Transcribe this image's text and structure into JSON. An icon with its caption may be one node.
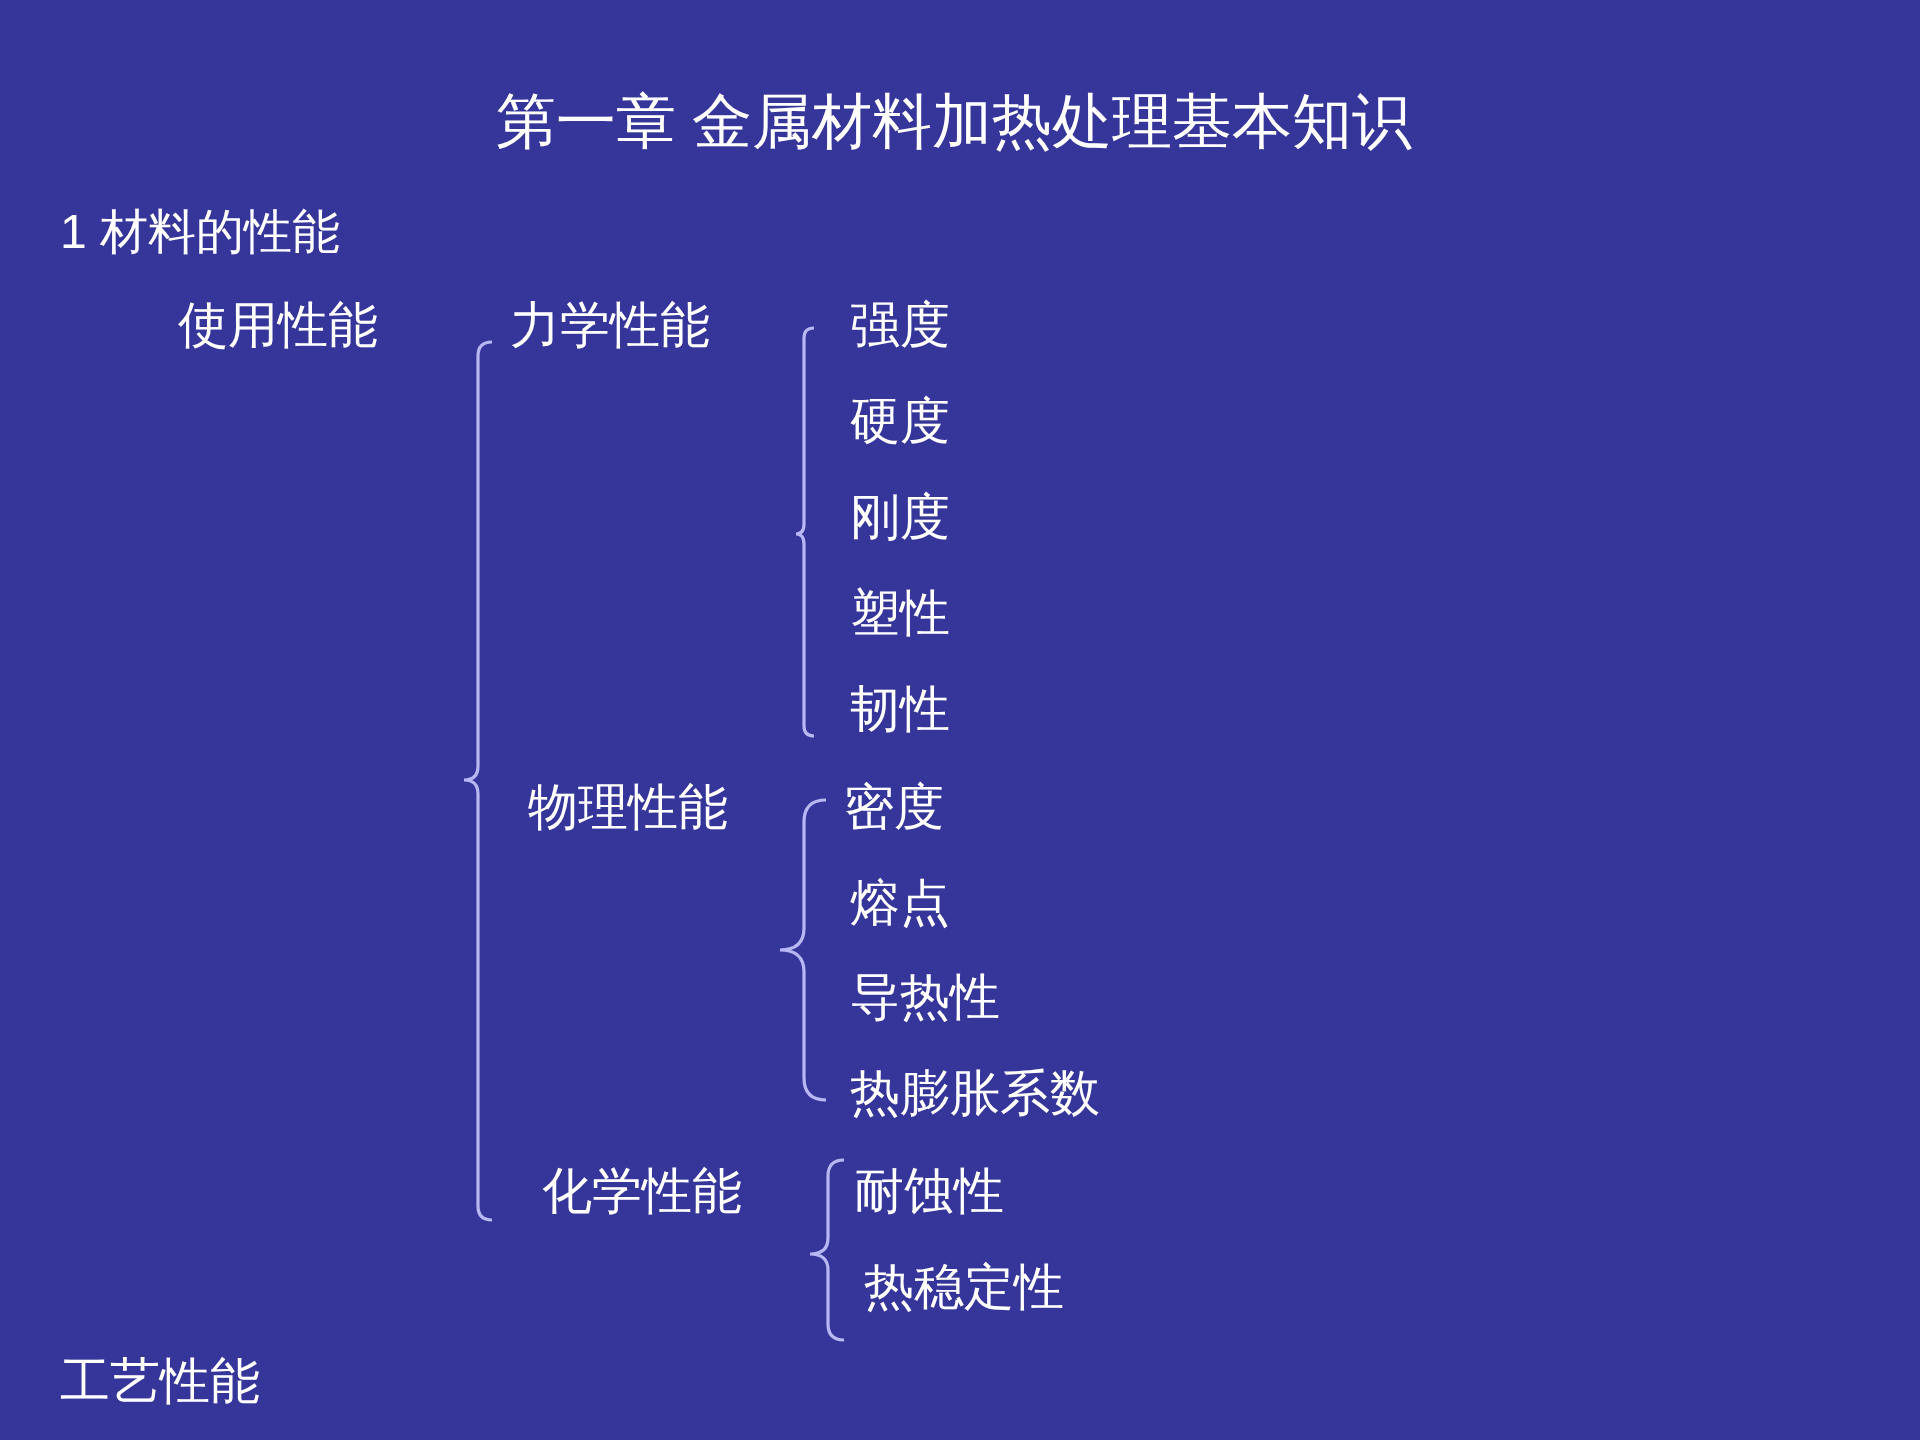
{
  "diagram": {
    "title": "第一章 金属材料加热处理基本知识",
    "labels": [
      "1 材料的性能",
      "使用性能",
      "力学性能",
      "强度",
      "硬度",
      "刚度",
      "塑性",
      "韧性",
      "物理性能",
      "密度",
      "熔点",
      "导热性",
      "热膨胀系数",
      "化学性能",
      "耐蚀性",
      "热稳定性",
      "工艺性能"
    ]
  }
}
